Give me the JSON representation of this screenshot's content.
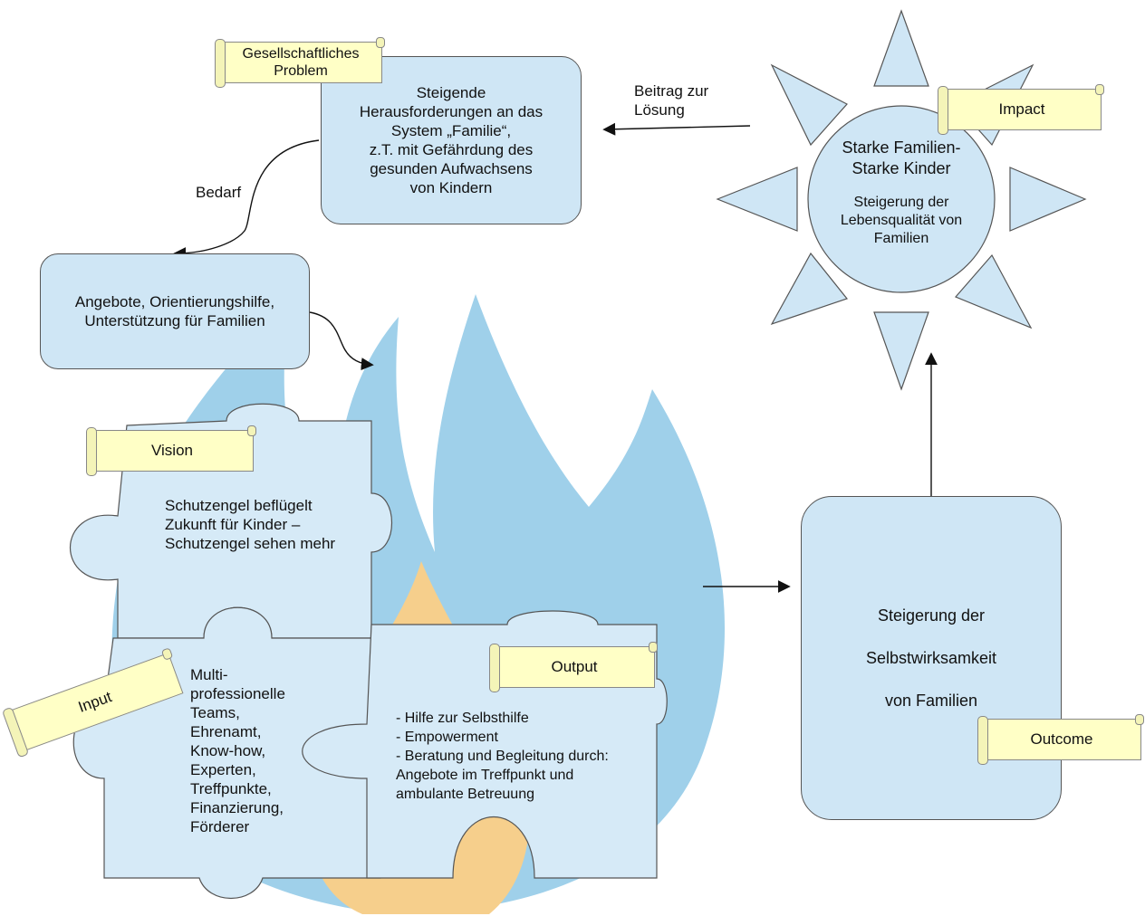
{
  "labels": {
    "problem": "Gesellschaftliches Problem",
    "impact": "Impact",
    "vision": "Vision",
    "input": "Input",
    "output": "Output",
    "outcome": "Outcome"
  },
  "problem_box": {
    "line1": "Steigende",
    "line2": "Herausforderungen an das",
    "line3": "System „Familie“,",
    "line4": "z.T. mit Gefährdung des",
    "line5": "gesunden Aufwachsens",
    "line6": "von Kindern"
  },
  "arrows": {
    "contribution": "Beitrag zur\nLösung",
    "need": "Bedarf"
  },
  "offer_box": {
    "line1": "Angebote, Orientierungshilfe,",
    "line2": "Unterstützung für Familien"
  },
  "impact_sun": {
    "title1": "Starke Familien-",
    "title2": "Starke Kinder",
    "line1": "Steigerung der",
    "line2": "Lebensqualität von",
    "line3": "Familien"
  },
  "vision_text": "Schutzengel beflügelt Zukunft für Kinder – Schutzengel sehen mehr",
  "input_items": [
    "Multi-",
    "professionelle",
    "Teams,",
    "Ehrenamt,",
    "Know-how,",
    "Experten,",
    "Treffpunkte,",
    "Finanzierung,",
    "Förderer"
  ],
  "output_items": [
    "- Hilfe zur Selbsthilfe",
    "- Empowerment",
    "- Beratung und Begleitung durch:",
    "Angebote im Treffpunkt und",
    "ambulante Betreuung"
  ],
  "outcome_box": {
    "line1": "Steigerung der",
    "line2": "Selbstwirksamkeit",
    "line3": "von Familien"
  },
  "colors": {
    "box_fill": "#cfe6f5",
    "flame_blue": "#9fd0ea",
    "flame_orange": "#f6cf8c",
    "label_fill": "#ffffc6"
  }
}
